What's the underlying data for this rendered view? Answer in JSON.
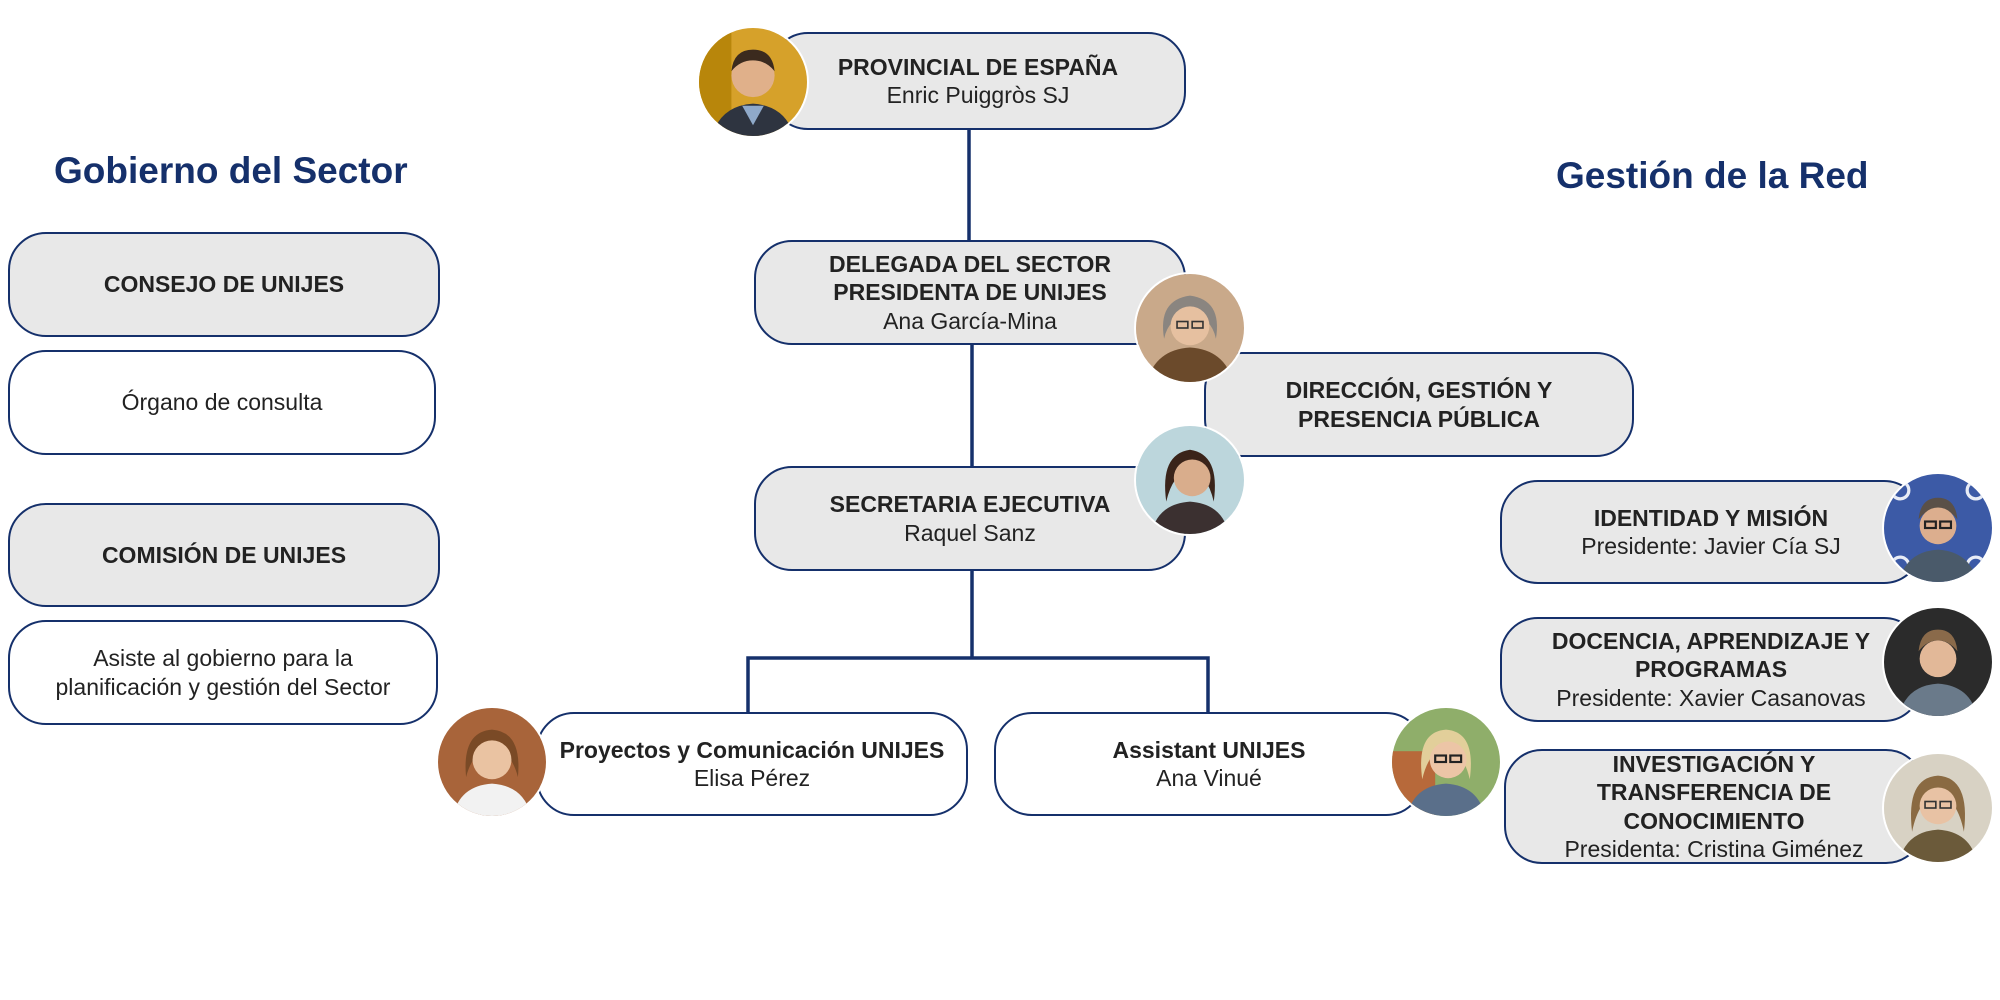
{
  "headings": {
    "left": "Gobierno del Sector",
    "right": "Gestión de la Red"
  },
  "center": {
    "provincial": {
      "title": "PROVINCIAL DE ESPAÑA",
      "name": "Enric Puiggròs SJ"
    },
    "delegada": {
      "title1": "DELEGADA DEL SECTOR",
      "title2": "PRESIDENTA DE UNIJES",
      "name": "Ana García-Mina"
    },
    "secretaria": {
      "title": "SECRETARIA EJECUTIVA",
      "name": "Raquel Sanz"
    },
    "proyectos": {
      "title": "Proyectos y Comunicación UNIJES",
      "name": "Elisa Pérez"
    },
    "assistant": {
      "title": "Assistant UNIJES",
      "name": "Ana Vinué"
    }
  },
  "left": {
    "consejo": "CONSEJO DE UNIJES",
    "organo": "Órgano de consulta",
    "comision": "COMISIÓN DE UNIJES",
    "asiste1": "Asiste al gobierno para la",
    "asiste2": "planificación y gestión del Sector"
  },
  "right": {
    "direccion1": "DIRECCIÓN, GESTIÓN Y",
    "direccion2": "PRESENCIA PÚBLICA",
    "identidad": {
      "title": "IDENTIDAD Y MISIÓN",
      "name": "Presidente: Javier Cía SJ"
    },
    "docencia": {
      "title1": "DOCENCIA, APRENDIZAJE Y",
      "title2": "PROGRAMAS",
      "name": "Presidente: Xavier Casanovas"
    },
    "investigacion": {
      "title1": "INVESTIGACIÓN Y",
      "title2": "TRANSFERENCIA DE",
      "title3": "CONOCIMIENTO",
      "name": "Presidenta: Cristina Giménez"
    }
  },
  "colors": {
    "navy": "#15306b",
    "box_grey": "#e8e8e8"
  }
}
